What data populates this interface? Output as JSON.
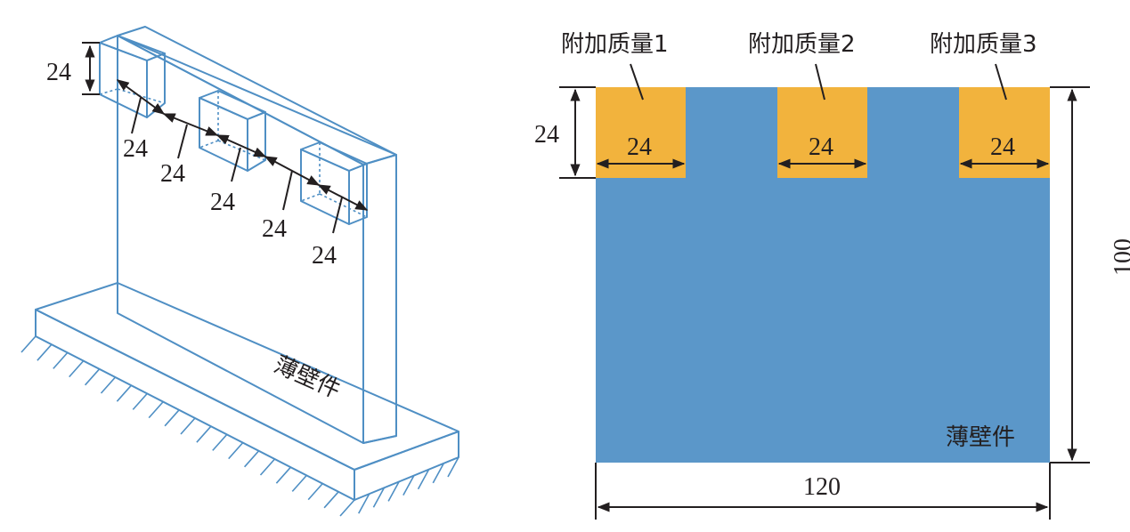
{
  "colors": {
    "wall_fill": "#5b97c9",
    "mass_fill": "#f2b33d",
    "outline": "#4f8fc4",
    "ink": "#231f20"
  },
  "iso_view": {
    "part_label": "薄壁件",
    "mass_height_label": "24",
    "mass_width_labels": [
      "24",
      "24",
      "24"
    ],
    "spacing_labels": [
      "24",
      "24"
    ]
  },
  "front_view": {
    "mass_labels": [
      "附加质量1",
      "附加质量2",
      "附加质量3"
    ],
    "mass_width_labels": [
      "24",
      "24",
      "24"
    ],
    "mass_height_label": "24",
    "wall_height_label": "100",
    "wall_width_label": "120",
    "part_label": "薄壁件"
  }
}
